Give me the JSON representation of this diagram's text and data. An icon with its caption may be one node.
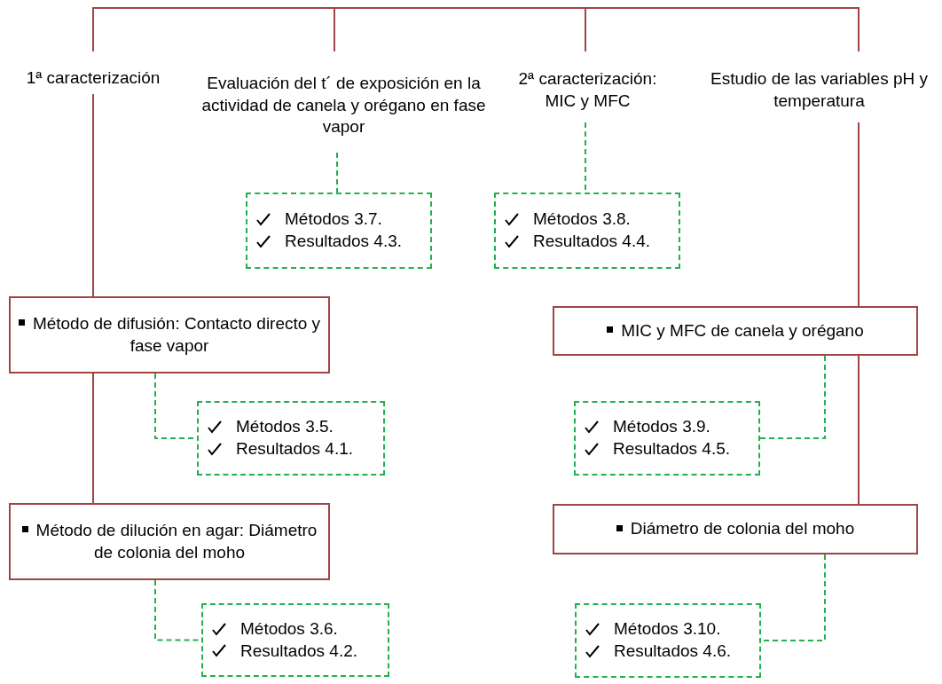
{
  "diagram": {
    "nodes": [
      {
        "text": [
          "1ª caracterización"
        ]
      },
      {
        "text": [
          "Evaluación del t´ de exposición en la actividad de canela y orégano en fase vapor"
        ]
      },
      {
        "text": [
          "2ª caracterización: MIC y MFC"
        ]
      },
      {
        "text": [
          "Estudio de las variables pH y temperatura"
        ]
      },
      {
        "text": [
          "Métodos 3.7.",
          "Resultados 4.3."
        ]
      },
      {
        "text": [
          "Métodos 3.8.",
          "Resultados 4.4."
        ]
      },
      {
        "text": [
          "Método de difusión: Contacto directo y fase vapor"
        ]
      },
      {
        "text": [
          "Métodos 3.5.",
          "Resultados 4.1."
        ]
      },
      {
        "text": [
          "Método de dilución en agar: Diámetro de colonia del moho"
        ]
      },
      {
        "text": [
          "Métodos 3.6.",
          "Resultados 4.2."
        ]
      },
      {
        "text": [
          "MIC y MFC de canela y orégano"
        ]
      },
      {
        "text": [
          "Métodos 3.9.",
          "Resultados 4.5."
        ]
      },
      {
        "text": [
          "Diámetro de colonia del moho"
        ]
      },
      {
        "text": [
          "Métodos 3.10.",
          "Resultados 4.6."
        ]
      }
    ],
    "edges": [
      {
        "from": 0,
        "to": 6,
        "arrow": "none",
        "color": "#a04545"
      },
      {
        "from": 6,
        "to": 8,
        "arrow": "none",
        "color": "#a04545"
      },
      {
        "from": 3,
        "to": 10,
        "arrow": "none",
        "color": "#a04545"
      },
      {
        "from": 10,
        "to": 12,
        "arrow": "none",
        "color": "#a04545"
      },
      {
        "from": 1,
        "to": 4,
        "arrow": "none",
        "style": "dashed"
      },
      {
        "from": 2,
        "to": 5,
        "arrow": "none",
        "style": "dashed"
      },
      {
        "from": 6,
        "to": 7,
        "arrow": "none",
        "style": "dashed"
      },
      {
        "from": 8,
        "to": 9,
        "arrow": "none",
        "style": "dashed"
      },
      {
        "from": 10,
        "to": 11,
        "arrow": "none",
        "style": "dashed"
      },
      {
        "from": 12,
        "to": 13,
        "arrow": "none",
        "style": "dashed"
      }
    ]
  }
}
